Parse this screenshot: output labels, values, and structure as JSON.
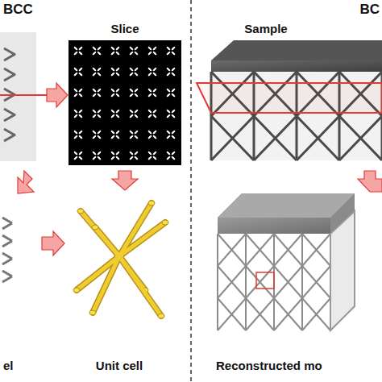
{
  "diagram": {
    "labels": [
      "BCC",
      "Slice",
      "Unit cell",
      "el",
      "BC",
      "Sample",
      "Reconstructed mo"
    ]
  }
}
